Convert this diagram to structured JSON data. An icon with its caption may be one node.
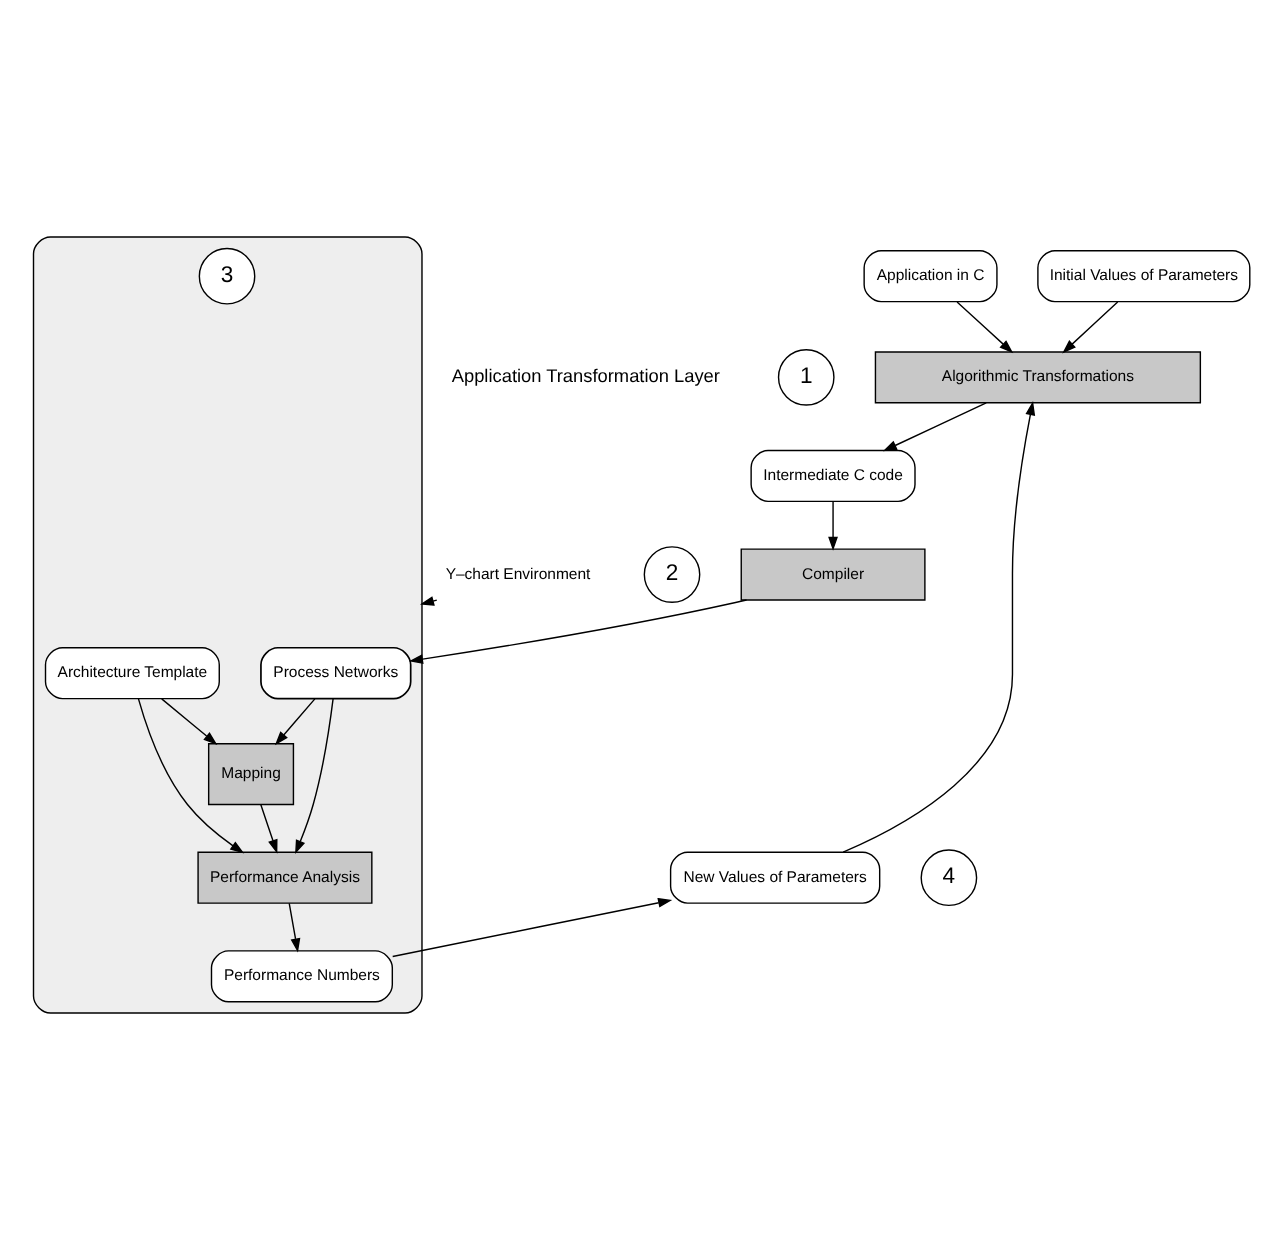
{
  "diagram": {
    "nodes": [
      {
        "text": [
          "Application in C"
        ]
      },
      {
        "text": [
          "Initial Values of Parameters"
        ]
      },
      {
        "text": [
          "1"
        ]
      },
      {
        "text": [
          "Algorithmic Transformations"
        ]
      },
      {
        "text": [
          "Intermediate C code"
        ]
      },
      {
        "text": [
          "2"
        ]
      },
      {
        "text": [
          "Compiler"
        ]
      },
      {
        "text": [],
        "shape": "polygon"
      },
      {
        "text": [
          "Architecture Template"
        ],
        "in": 7
      },
      {
        "text": [
          "Mapping"
        ],
        "in": 7
      },
      {
        "text": [
          "Process Networks"
        ],
        "in": 7
      },
      {
        "text": [
          "3"
        ],
        "in": 7
      },
      {
        "text": [
          "Performance Analysis"
        ],
        "in": 7
      },
      {
        "text": [
          "Performance Numbers"
        ],
        "in": 7
      },
      {
        "text": [
          "4"
        ]
      },
      {
        "text": [
          "New Values of Parameters"
        ]
      },
      {
        "text": [
          "Y–chart Environment"
        ]
      }
    ],
    "edges": [
      {
        "from": 0,
        "to": 3,
        "arrow": "to"
      },
      {
        "from": 1,
        "to": 3,
        "arrow": "to"
      },
      {
        "from": 3,
        "to": 4,
        "arrow": "to"
      },
      {
        "from": 4,
        "to": 6,
        "arrow": "to"
      },
      {
        "from": 6,
        "to": 10,
        "arrow": "to"
      },
      {
        "from": 8,
        "to": 9,
        "arrow": "to"
      },
      {
        "from": 10,
        "to": 9,
        "arrow": "to"
      },
      {
        "from": 8,
        "to": 12,
        "arrow": "to"
      },
      {
        "from": 9,
        "to": 12,
        "arrow": "to"
      },
      {
        "from": 10,
        "to": 12,
        "arrow": "to"
      },
      {
        "from": 12,
        "to": 13,
        "arrow": "to"
      },
      {
        "from": 13,
        "to": 15,
        "arrow": "to"
      },
      {
        "from": 15,
        "to": 3,
        "arrow": "to"
      },
      {
        "from": 16,
        "to": 7,
        "arrow": "to"
      }
    ],
    "labels": [
      "Application Transformation Layer"
    ]
  }
}
